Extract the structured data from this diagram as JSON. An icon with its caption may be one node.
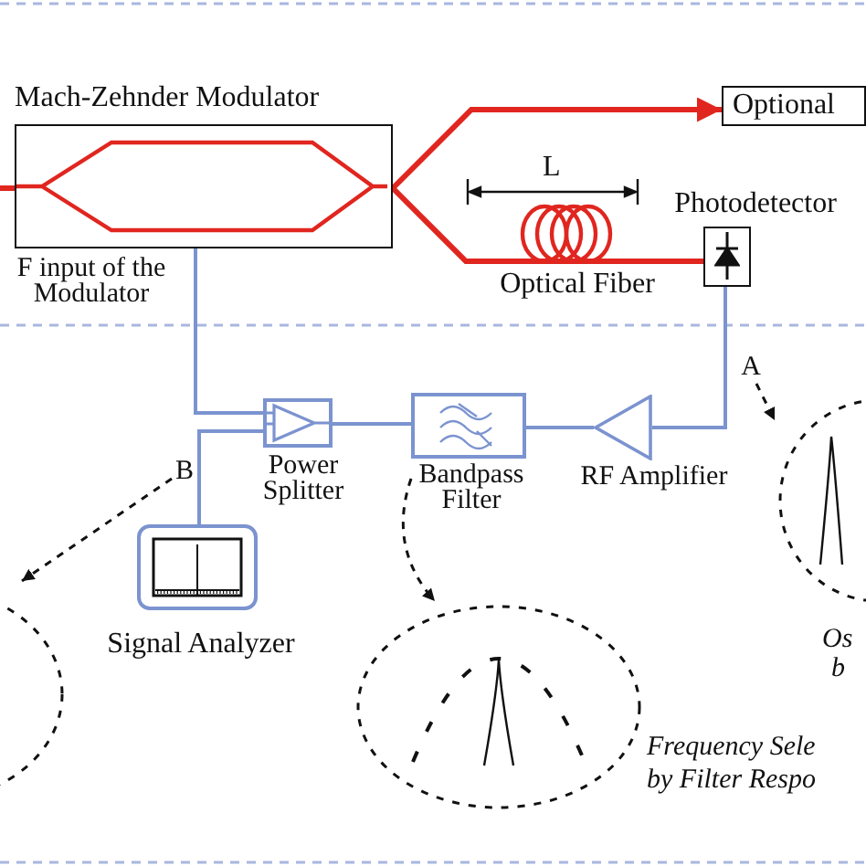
{
  "diagram": {
    "nodes": [
      {
        "text": [
          "Mach-Zehnder Modulator"
        ],
        "beside": [
          "F input of the Modulator"
        ]
      },
      {
        "text": [
          "Optional"
        ]
      },
      {
        "text": [
          "Optical Fiber"
        ]
      },
      {
        "text": [
          "Photodetector"
        ]
      },
      {
        "text": [
          "Power Splitter"
        ]
      },
      {
        "text": [
          "Bandpass Filter"
        ]
      },
      {
        "text": [
          "RF Amplifier"
        ]
      },
      {
        "text": [
          "Signal Analyzer"
        ]
      },
      {
        "text": [],
        "shape": "circle",
        "beside": [
          "Os",
          "b"
        ]
      },
      {
        "text": [],
        "shape": "circle"
      },
      {
        "text": [],
        "shape": "circle",
        "beside": [
          "Frequency Sele",
          "by Filter Respo"
        ]
      },
      {
        "text": [
          "A"
        ]
      },
      {
        "text": [
          "B"
        ]
      }
    ],
    "edges": [
      {
        "from": 0,
        "to": 1,
        "arrow": "to",
        "color": "#e0261f"
      },
      {
        "from": 0,
        "to": 2,
        "arrow": "none",
        "color": "#e0261f"
      },
      {
        "from": 2,
        "to": 3,
        "arrow": "none",
        "color": "#e0261f"
      },
      {
        "from": 3,
        "to": 6,
        "arrow": "none"
      },
      {
        "from": 6,
        "to": 5,
        "arrow": "none"
      },
      {
        "from": 5,
        "to": 4,
        "arrow": "none"
      },
      {
        "from": 4,
        "to": 0,
        "arrow": "none"
      },
      {
        "from": 4,
        "to": 7,
        "arrow": "none"
      },
      {
        "from": 11,
        "to": 8,
        "arrow": "to",
        "style": "dashed",
        "color": "#111111"
      },
      {
        "from": 12,
        "to": 9,
        "arrow": "to",
        "style": "dashed",
        "color": "#111111"
      },
      {
        "from": 5,
        "to": 10,
        "arrow": "to",
        "style": "dashed",
        "color": "#111111"
      },
      {
        "from": null,
        "to": 0,
        "arrow": "none",
        "color": "#e0261f"
      }
    ],
    "labels": [
      "L"
    ]
  }
}
